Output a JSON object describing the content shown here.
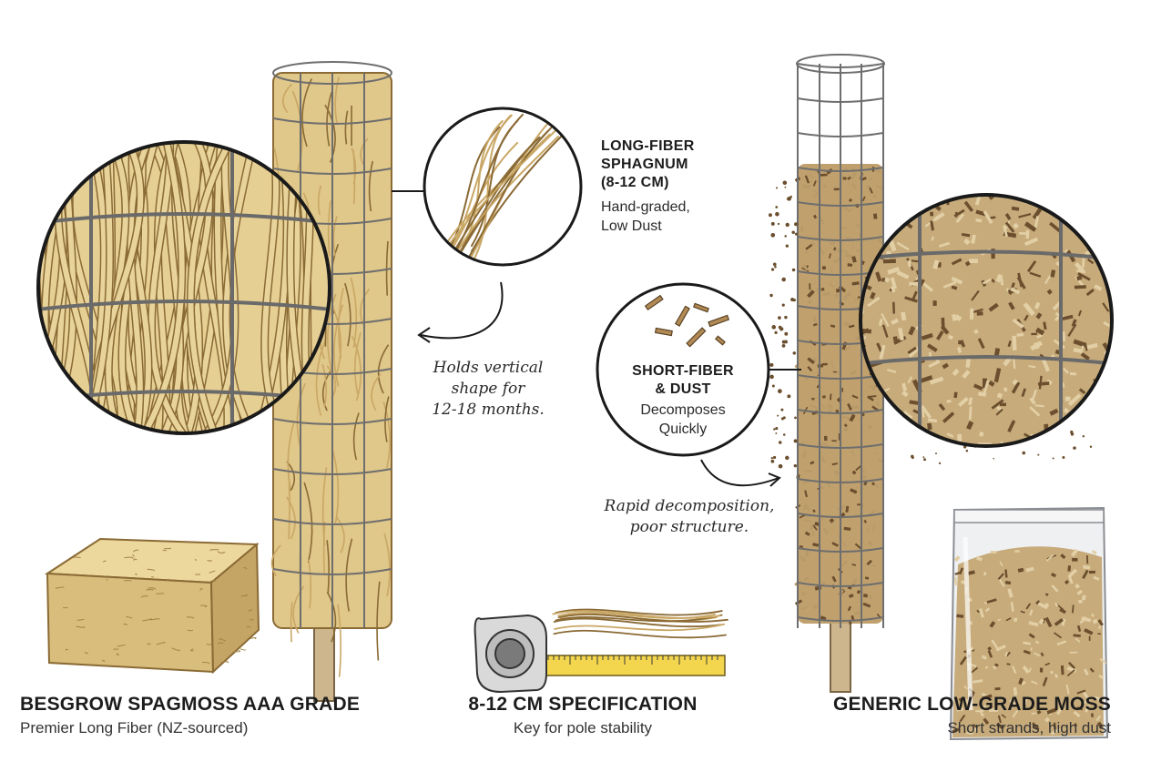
{
  "colors": {
    "fiber_light": "#e8d49a",
    "fiber_mid": "#c9a765",
    "fiber_dark": "#8a6a35",
    "dust": "#b89a6a",
    "dust_dark": "#6b4f2e",
    "wire": "#6e6e6e",
    "tape_yellow": "#f3d64e",
    "ink": "#1c1c1c"
  },
  "callouts": {
    "long_fiber": {
      "heading_line1": "LONG-FIBER",
      "heading_line2": "SPHAGNUM",
      "heading_line3": "(8-12 CM)",
      "sub_line1": "Hand-graded,",
      "sub_line2": "Low Dust"
    },
    "short_fiber": {
      "heading_line1": "SHORT-FIBER",
      "heading_line2": "& DUST",
      "sub_line1": "Decomposes",
      "sub_line2": "Quickly"
    }
  },
  "annotations": {
    "left_note_line1": "Holds vertical",
    "left_note_line2": "shape for",
    "left_note_line3": "12-18 months.",
    "right_note_line1": "Rapid decomposition,",
    "right_note_line2": "poor structure."
  },
  "bottom": {
    "left_title": "BESGROW SPAGMOSS AAA GRADE",
    "left_sub": "Premier Long Fiber (NZ-sourced)",
    "center_title": "8-12 CM SPECIFICATION",
    "center_sub": "Key for pole stability",
    "right_title": "GENERIC LOW-GRADE MOSS",
    "right_sub": "Short strands, high dust"
  },
  "icons": [
    "moss-brick-icon",
    "tape-measure-icon",
    "moss-bag-icon",
    "wire-cage-icon",
    "magnifier-circle-icon"
  ]
}
